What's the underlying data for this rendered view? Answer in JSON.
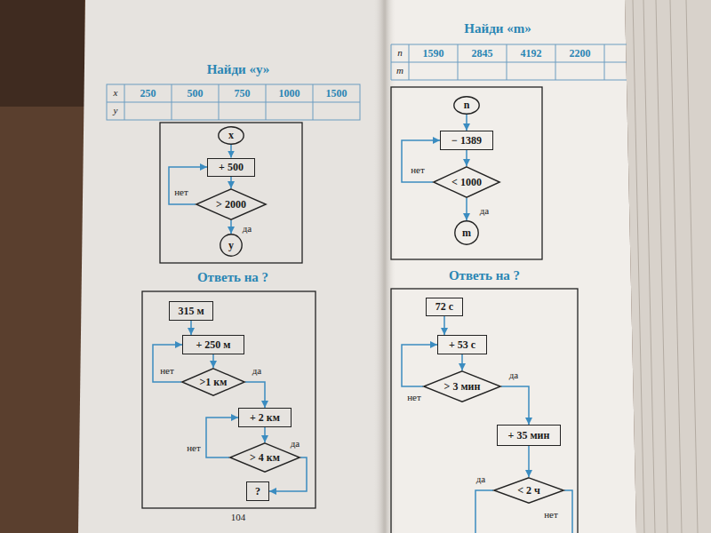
{
  "diagram": {
    "nodes": [
      {
        "text": [
          "x"
        ]
      },
      {
        "text": [
          "+ 500"
        ]
      },
      {
        "text": [
          "> 2000"
        ]
      },
      {
        "text": [
          "y"
        ]
      },
      {
        "text": [
          "315 м"
        ]
      },
      {
        "text": [
          "+ 250 м"
        ]
      },
      {
        "text": [
          ">1 км"
        ]
      },
      {
        "text": [
          "+ 2 км"
        ]
      },
      {
        "text": [
          "> 4 км"
        ]
      },
      {
        "text": [
          "?"
        ]
      },
      {
        "text": [
          "n"
        ]
      },
      {
        "text": [
          "− 1389"
        ]
      },
      {
        "text": [
          "< 1000"
        ]
      },
      {
        "text": [
          "m"
        ]
      },
      {
        "text": [
          "72 с"
        ]
      },
      {
        "text": [
          "+ 53 с"
        ]
      },
      {
        "text": [
          "> 3 мин"
        ]
      },
      {
        "text": [
          "+ 35 мин"
        ]
      },
      {
        "text": [
          "< 2 ч"
        ]
      }
    ],
    "edges": [
      {
        "from": 0,
        "to": 1,
        "arrow": "to"
      },
      {
        "from": 1,
        "to": 2,
        "arrow": "to"
      },
      {
        "from": 2,
        "to": 1,
        "arrow": "to",
        "label": "нет"
      },
      {
        "from": 2,
        "to": 3,
        "arrow": "to",
        "label": "да"
      },
      {
        "from": 4,
        "to": 5,
        "arrow": "to"
      },
      {
        "from": 5,
        "to": 6,
        "arrow": "to"
      },
      {
        "from": 6,
        "to": 5,
        "arrow": "to",
        "label": "нет"
      },
      {
        "from": 6,
        "to": 7,
        "arrow": "to",
        "label": "да"
      },
      {
        "from": 7,
        "to": 8,
        "arrow": "to"
      },
      {
        "from": 8,
        "to": 7,
        "arrow": "to",
        "label": "нет"
      },
      {
        "from": 8,
        "to": 9,
        "arrow": "to",
        "label": "да"
      },
      {
        "from": 10,
        "to": 11,
        "arrow": "to"
      },
      {
        "from": 11,
        "to": 12,
        "arrow": "to"
      },
      {
        "from": 12,
        "to": 11,
        "arrow": "to",
        "label": "нет"
      },
      {
        "from": 12,
        "to": 13,
        "arrow": "to",
        "label": "да"
      },
      {
        "from": 14,
        "to": 15,
        "arrow": "to"
      },
      {
        "from": 15,
        "to": 16,
        "arrow": "to"
      },
      {
        "from": 16,
        "to": 15,
        "arrow": "to",
        "label": "нет"
      },
      {
        "from": 16,
        "to": 17,
        "arrow": "to",
        "label": "да"
      },
      {
        "from": 17,
        "to": 18,
        "arrow": "to"
      }
    ],
    "labels": [
      "Найди «у»",
      "x",
      "250",
      "500",
      "750",
      "1000",
      "1500",
      "y",
      "Ответь на ?",
      "104",
      "Найди «m»",
      "n",
      "1590",
      "2845",
      "4192",
      "2200",
      "m",
      "Ответь на ?",
      "да",
      "нет"
    ]
  }
}
